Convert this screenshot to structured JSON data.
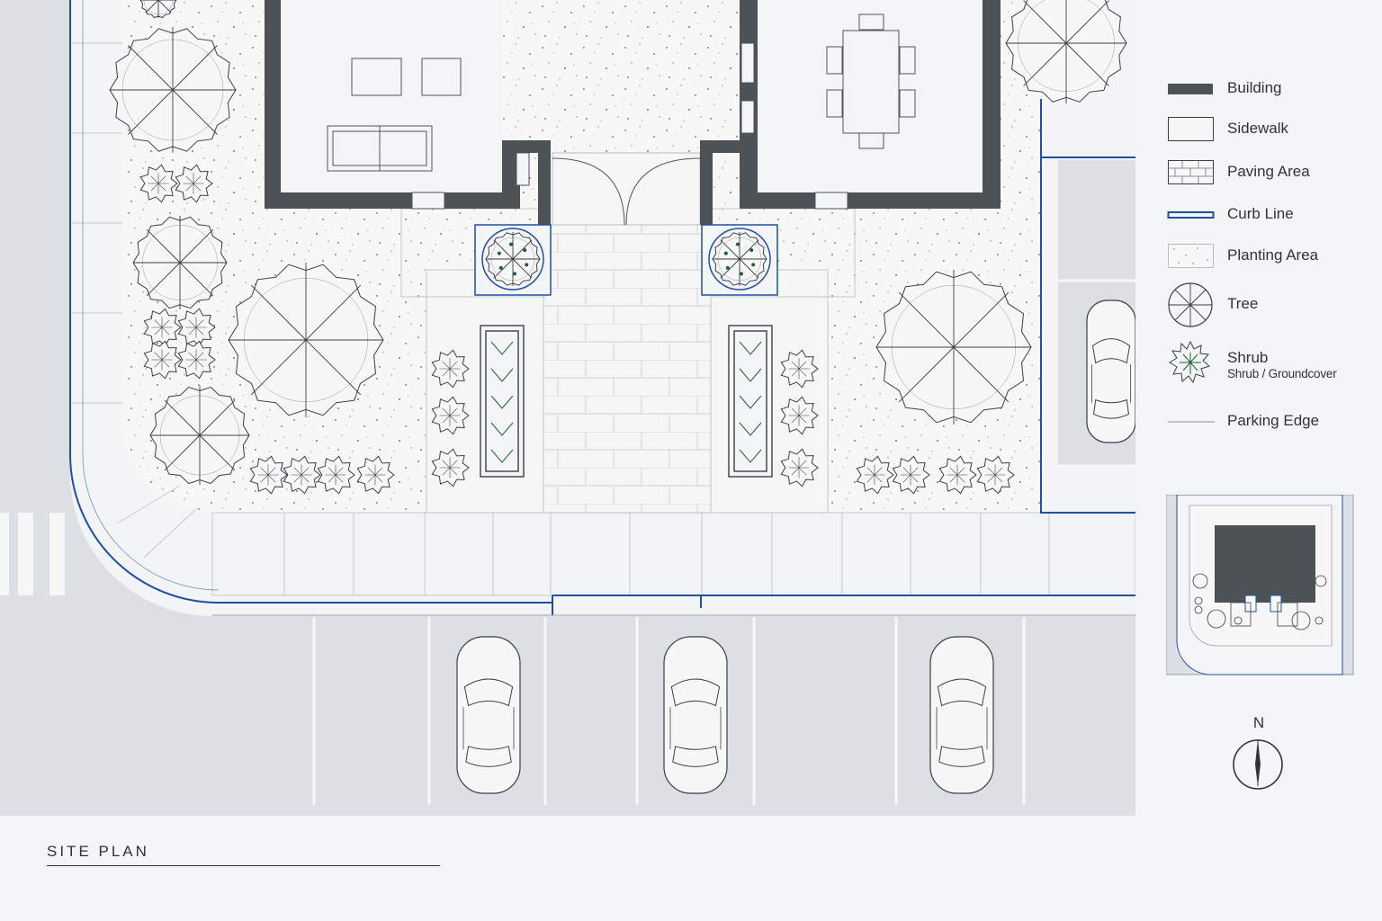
{
  "title": "SITE PLAN",
  "north_label": "N",
  "colors": {
    "building": "#4d5257",
    "curb": "#1f4fa3",
    "plant": "#1e5e36",
    "road": "#dcdfe3",
    "paper": "#f4f5f6",
    "line": "#3a3f44"
  },
  "legend": {
    "items": [
      {
        "label": "Building",
        "symbol": "building-swatch"
      },
      {
        "label": "Sidewalk",
        "symbol": "sidewalk-swatch"
      },
      {
        "label": "Paving Area",
        "symbol": "paving-swatch"
      },
      {
        "label": "Curb Line",
        "symbol": "curb-swatch"
      },
      {
        "label": "Planting Area",
        "symbol": "planting-swatch"
      },
      {
        "label": "Tree",
        "symbol": "tree-icon"
      },
      {
        "label": "Shrub",
        "sublabel": "Shrub / Groundcover",
        "symbol": "shrub-icon"
      },
      {
        "label": "Parking Edge",
        "symbol": "parking-edge-line"
      }
    ]
  }
}
